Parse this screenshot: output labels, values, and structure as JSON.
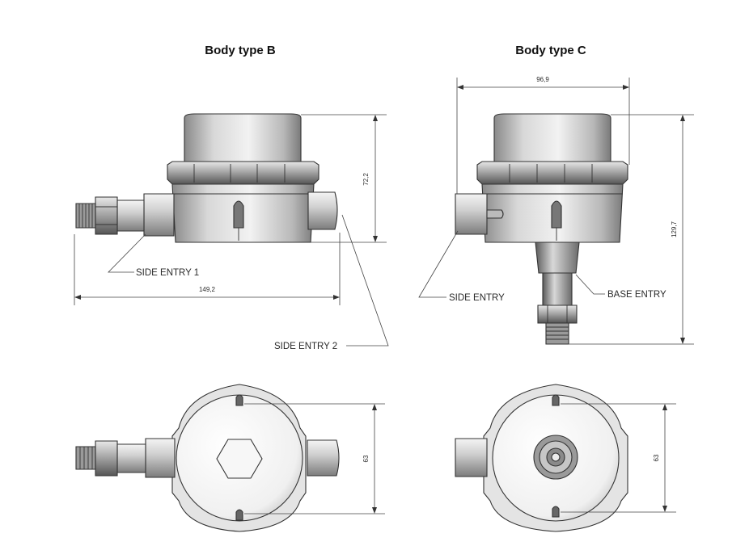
{
  "views": {
    "b": {
      "title": "Body type B",
      "dim_width": "149,2",
      "dim_height": "72,2",
      "dim_top_height": "63",
      "callout_side_entry_1": "SIDE ENTRY 1",
      "callout_side_entry_2": "SIDE ENTRY 2"
    },
    "c": {
      "title": "Body type C",
      "dim_width": "96,9",
      "dim_height": "129,7",
      "dim_top_height": "63",
      "callout_side_entry": "SIDE ENTRY",
      "callout_base_entry": "BASE ENTRY"
    }
  }
}
